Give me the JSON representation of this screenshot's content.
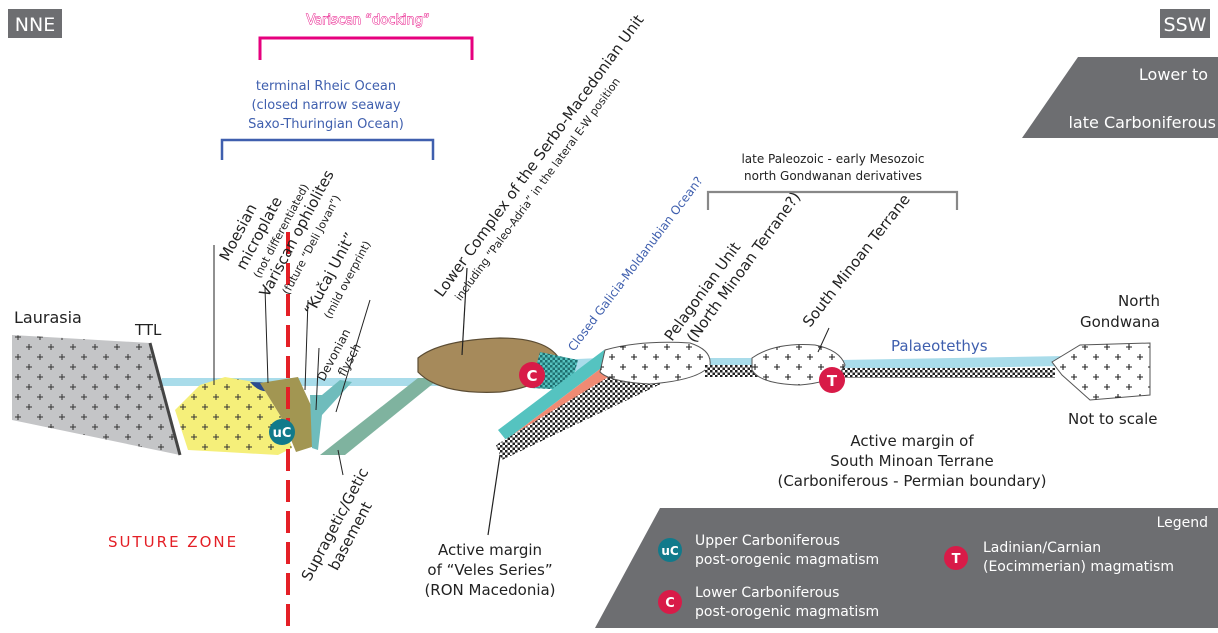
{
  "corners": {
    "nne": "NNE",
    "ssw": "SSW",
    "period_line1": "Lower to",
    "period_line2": "late Carboniferous"
  },
  "brackets": {
    "docking": "Variscan “docking”",
    "rheic_line1": "terminal Rheic Ocean",
    "rheic_line2": "(closed narrow seaway",
    "rheic_line3": "Saxo-Thuringian Ocean)",
    "gondwana_line1": "late Paleozoic - early Mesozoic",
    "gondwana_line2": "north Gondwanan derivatives"
  },
  "labels": {
    "laurasia": "Laurasia",
    "ttl": "TTL",
    "moesian_1": "Moesian",
    "moesian_2": "microplate",
    "moesian_3": "(not differentiated)",
    "ophiolites_1": "Variscan ophiolites",
    "ophiolites_2": "(future “Deli Jovan”)",
    "kucaj_1": "“Kučaj Unit”",
    "kucaj_2": "(mild overprint)",
    "devonian_1": "Devonian",
    "devonian_2": "flysch",
    "lower_complex_1": "Lower Complex of the Serbo-Macedonian Unit",
    "lower_complex_2": "including “Paleo-Adria” in the lateral E-W position",
    "galicia": "Closed Galicia-Moldanubian Ocean?",
    "pelagonian_1": "Pelagonian Unit",
    "pelagonian_2": "(North Minoan Terrane?)",
    "south_minoan": "South Minoan Terrane",
    "palaeotethys": "Palaeotethys",
    "north_gondwana_1": "North",
    "north_gondwana_2": "Gondwana",
    "not_to_scale": "Not to scale",
    "active_margin_1": "Active margin of",
    "active_margin_2": "South Minoan Terrane",
    "active_margin_3": "(Carboniferous - Permian boundary)",
    "suture": "SUTURE ZONE",
    "supragetic_1": "Supragetic/Getic",
    "supragetic_2": "basement",
    "veles_1": "Active margin",
    "veles_2": "of “Veles Series”",
    "veles_3": "(RON Macedonia)"
  },
  "markers": {
    "uc": "uC",
    "c": "C",
    "t": "T"
  },
  "legend": {
    "title": "Legend",
    "items": [
      {
        "symbol": "uC",
        "line1": "Upper Carboniferous",
        "line2": "post-orogenic magmatism",
        "color": "#117a8b"
      },
      {
        "symbol": "C",
        "line1": "Lower Carboniferous",
        "line2": "post-orogenic magmatism",
        "color": "#d81b48"
      },
      {
        "symbol": "T",
        "line1": "Ladinian/Carnian",
        "line2": "(Eocimmerian) magmatism",
        "color": "#d81b48"
      }
    ]
  },
  "colors": {
    "header_grey": "#6d6e71",
    "docking_magenta": "#e6007e",
    "rheic_blue": "#3f5fae",
    "ocean": "#a9dcea",
    "moesian_yellow": "#f5ef7a",
    "kucaj_olive": "#a29652",
    "supragetic_green": "#7fb39f",
    "lower_complex_brown": "#a68a5b",
    "laurasia_grey": "#c4c5c7",
    "suture_red": "#e41f26",
    "teal": "#117a8b",
    "crimson": "#d81b48",
    "salmon": "#f08a73",
    "turquoise": "#55c3c0"
  }
}
